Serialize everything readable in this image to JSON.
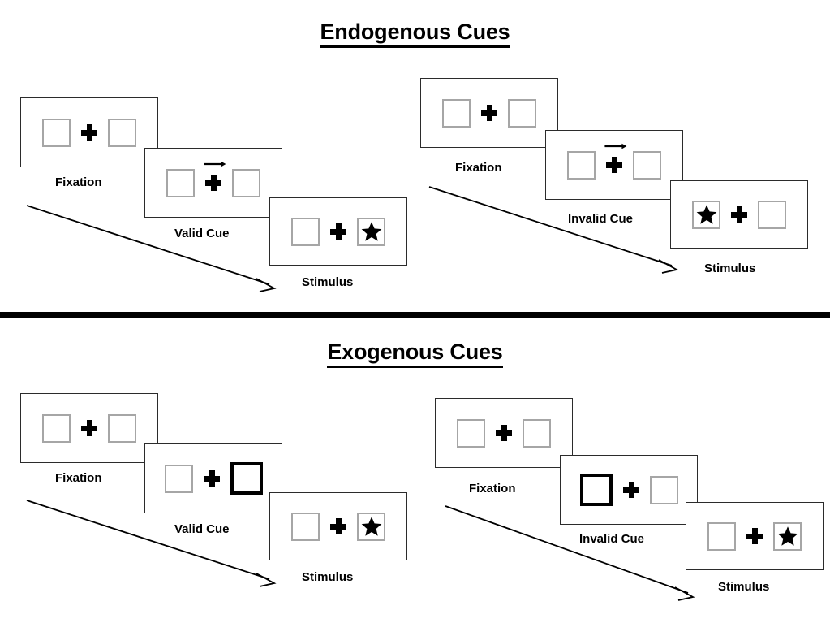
{
  "figure": {
    "title_endogenous": "Endogenous Cues",
    "title_exogenous": "Exogenous Cues"
  },
  "sections": [
    {
      "id": "endogenous",
      "title": "Endogenous Cues",
      "sequences": [
        {
          "id": "endogenous-valid",
          "panels": [
            {
              "caption": "Fixation",
              "cue": "none",
              "star": "none",
              "arrow": false
            },
            {
              "caption": "Valid Cue",
              "cue": "arrow-right",
              "star": "none",
              "arrow": true
            },
            {
              "caption": "Stimulus",
              "cue": "none",
              "star": "right",
              "arrow": false
            }
          ]
        },
        {
          "id": "endogenous-invalid",
          "panels": [
            {
              "caption": "Fixation",
              "cue": "none",
              "star": "none",
              "arrow": false
            },
            {
              "caption": "Invalid Cue",
              "cue": "arrow-right",
              "star": "none",
              "arrow": true
            },
            {
              "caption": "Stimulus",
              "cue": "none",
              "star": "left",
              "arrow": false
            }
          ]
        }
      ]
    },
    {
      "id": "exogenous",
      "title": "Exogenous Cues",
      "sequences": [
        {
          "id": "exogenous-valid",
          "panels": [
            {
              "caption": "Fixation",
              "cue": "none",
              "star": "none",
              "arrow": false
            },
            {
              "caption": "Valid Cue",
              "cue": "box-right",
              "star": "none",
              "arrow": false
            },
            {
              "caption": "Stimulus",
              "cue": "none",
              "star": "right",
              "arrow": false
            }
          ]
        },
        {
          "id": "exogenous-invalid",
          "panels": [
            {
              "caption": "Fixation",
              "cue": "none",
              "star": "none",
              "arrow": false
            },
            {
              "caption": "Invalid Cue",
              "cue": "box-left",
              "star": "none",
              "arrow": false
            },
            {
              "caption": "Stimulus",
              "cue": "none",
              "star": "right",
              "arrow": false
            }
          ]
        }
      ]
    }
  ],
  "captions": {
    "fixation": "Fixation",
    "valid_cue": "Valid Cue",
    "invalid_cue": "Invalid Cue",
    "stimulus": "Stimulus"
  },
  "icons": {
    "fixation_cross": "fixation-cross-icon",
    "cue_arrow": "cue-arrow-right-icon",
    "star": "star-icon",
    "flow_arrow": "flow-arrow-icon"
  },
  "colors": {
    "ink": "#000000",
    "panel_border": "#2b2b2b",
    "box_border": "#a6a6a6",
    "cued_box_border": "#000000",
    "background": "#ffffff"
  }
}
